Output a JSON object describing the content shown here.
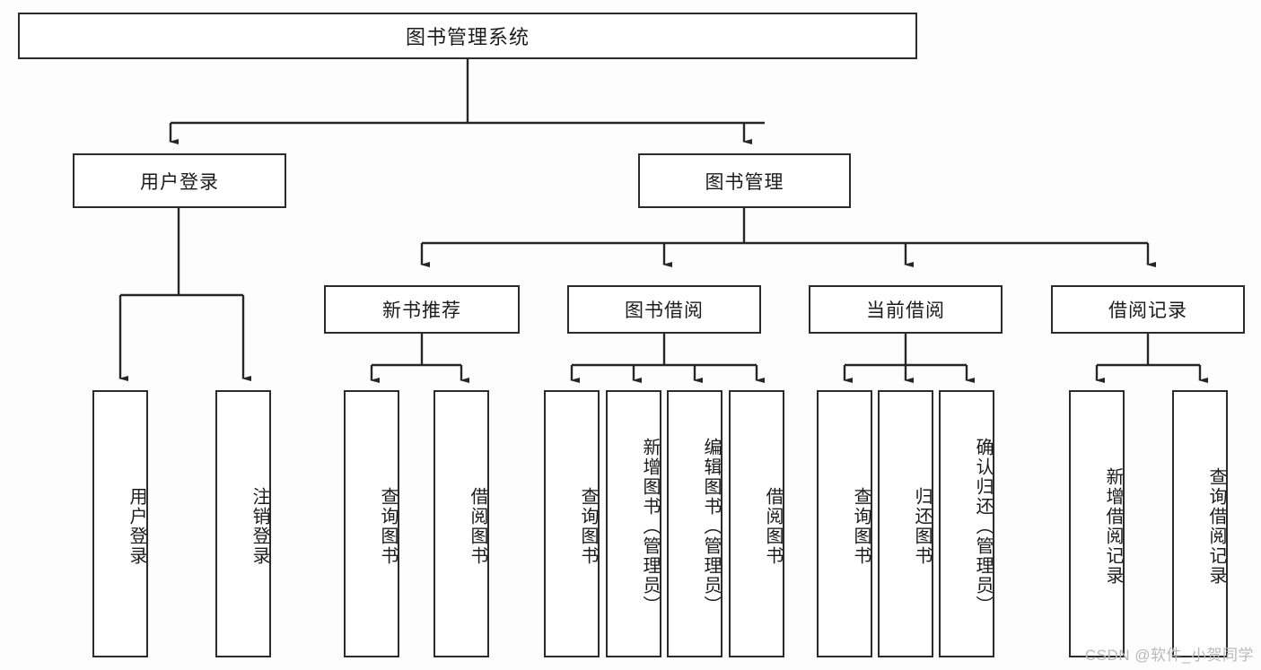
{
  "diagram": {
    "title": "图书管理系统",
    "type": "hierarchy-tree",
    "root": {
      "label": "图书管理系统"
    },
    "level2": [
      {
        "label": "用户登录"
      },
      {
        "label": "图书管理"
      }
    ],
    "level3": [
      {
        "label": "新书推荐"
      },
      {
        "label": "图书借阅"
      },
      {
        "label": "当前借阅"
      },
      {
        "label": "借阅记录"
      }
    ],
    "leaves": {
      "user_login": [
        {
          "label": "用户登录"
        },
        {
          "label": "注销登录"
        }
      ],
      "new_book_recommend": [
        {
          "label": "查询图书"
        },
        {
          "label": "借阅图书"
        }
      ],
      "book_borrow": [
        {
          "label": "查询图书"
        },
        {
          "label": "新增图书（管理员）"
        },
        {
          "label": "编辑图书（管理员）"
        },
        {
          "label": "借阅图书"
        }
      ],
      "current_borrow": [
        {
          "label": "查询图书"
        },
        {
          "label": "归还图书"
        },
        {
          "label": "确认归还（管理员）"
        }
      ],
      "borrow_records": [
        {
          "label": "新增借阅记录"
        },
        {
          "label": "查询借阅记录"
        }
      ]
    }
  },
  "watermark": {
    "text": "CSDN @软件_小贺同学"
  },
  "colors": {
    "border": "#2b2b2b",
    "box_fill": "#ffffff",
    "line": "#262626",
    "text": "#1b1b1b",
    "watermark": "#b9b9b9",
    "background": "#fdfdfd"
  }
}
